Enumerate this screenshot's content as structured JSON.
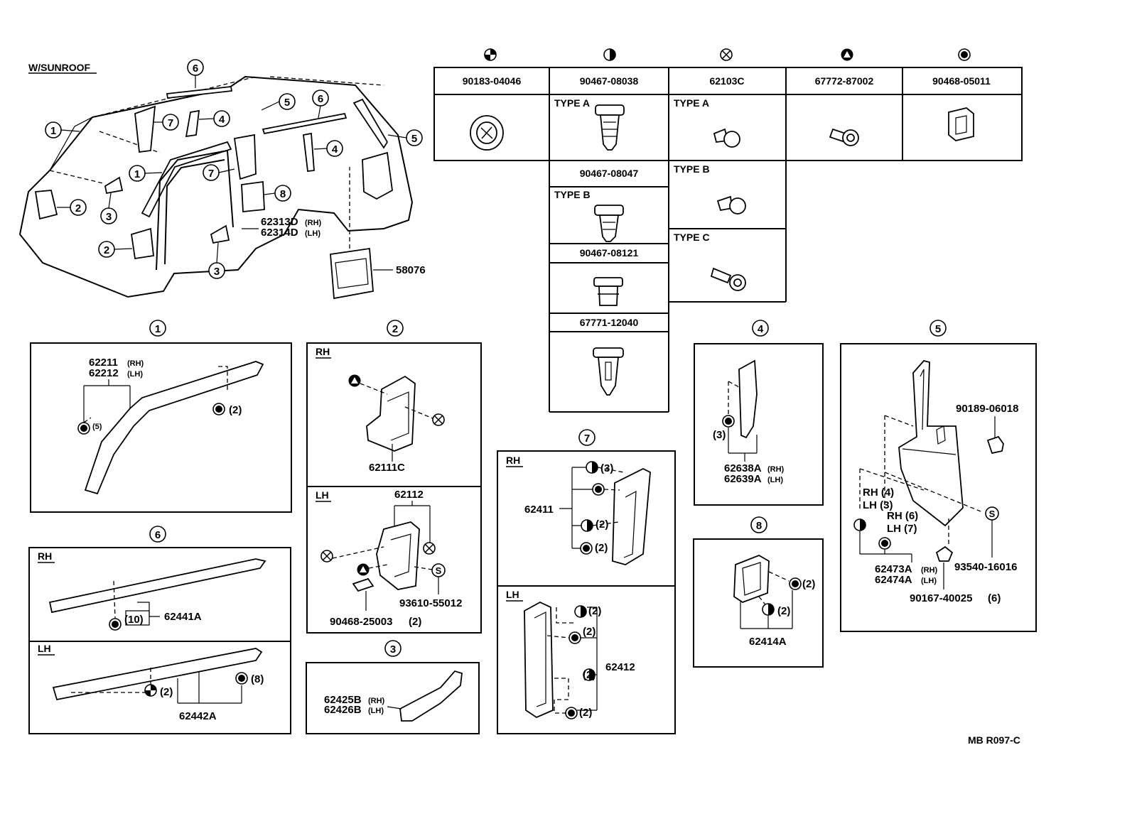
{
  "header": {
    "variant": "W/SUNROOF"
  },
  "drawing_code": "MB R097-C",
  "fastener_table": [
    {
      "symbol": "quartered-circle-icon",
      "part": "90183-04046"
    },
    {
      "symbol": "half-circle-icon",
      "part": "90467-08038",
      "type": "TYPE A"
    },
    {
      "symbol": "x-circle-icon",
      "part": "62103C",
      "type": "TYPE A"
    },
    {
      "symbol": "triangle-circle-icon",
      "part": "67772-87002"
    },
    {
      "symbol": "dot-circle-icon",
      "part": "90468-05011"
    }
  ],
  "fastener_extra": {
    "half_b_part": "90467-08047",
    "half_b_type": "TYPE B",
    "half_c_part": "90467-08121",
    "half_d_part": "67771-12040",
    "x_b_type": "TYPE B",
    "x_c_type": "TYPE C"
  },
  "overview": {
    "callouts": [
      "1",
      "2",
      "3",
      "4",
      "5",
      "6",
      "7",
      "8"
    ],
    "part_62313": "62313D",
    "part_62314": "62314D",
    "rh": "(RH)",
    "lh": "(LH)",
    "part_58076": "58076"
  },
  "panels": {
    "p1": {
      "num": "1",
      "part_a": "62211",
      "part_b": "62212",
      "rh": "(RH)",
      "lh": "(LH)",
      "q_a": "(5)",
      "q_b": "(2)"
    },
    "p2": {
      "num": "2",
      "rh_label": "RH",
      "lh_label": "LH",
      "rh_part": "62111C",
      "lh_part": "62112",
      "screw": "93610-55012",
      "clip": "90468-25003",
      "clip_qty": "(2)"
    },
    "p3": {
      "num": "3",
      "part_a": "62425B",
      "part_b": "62426B",
      "rh": "(RH)",
      "lh": "(LH)"
    },
    "p4": {
      "num": "4",
      "part_a": "62638A",
      "part_b": "62639A",
      "rh": "(RH)",
      "lh": "(LH)",
      "q": "(3)"
    },
    "p5": {
      "num": "5",
      "clip": "90189-06018",
      "rh4": "RH (4)",
      "lh3": "LH (3)",
      "rh6": "RH (6)",
      "lh7": "LH (7)",
      "part_a": "62473A",
      "part_b": "62474A",
      "rh": "(RH)",
      "lh": "(LH)",
      "screw": "93540-16016",
      "nut": "90167-40025",
      "nut_qty": "(6)"
    },
    "p6": {
      "num": "6",
      "rh_label": "RH",
      "lh_label": "LH",
      "rh_part": "62441A",
      "rh_q": "(10)",
      "lh_part": "62442A",
      "lh_q_a": "(2)",
      "lh_q_b": "(8)"
    },
    "p7": {
      "num": "7",
      "rh_label": "RH",
      "lh_label": "LH",
      "rh_part": "62411",
      "lh_part": "62412",
      "q3": "(3)",
      "q2": "(2)"
    },
    "p8": {
      "num": "8",
      "part": "62414A",
      "q2": "(2)"
    }
  }
}
